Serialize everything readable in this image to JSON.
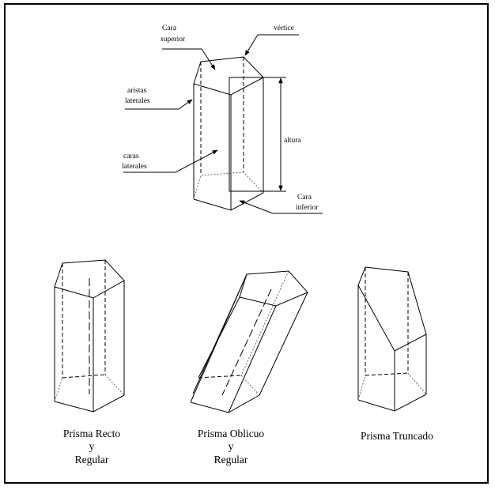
{
  "figure": {
    "main_prism": {
      "labels": {
        "top_face": [
          "Cara",
          "superior"
        ],
        "vertex": "vértice",
        "lateral_edges": [
          "aristas",
          "laterales"
        ],
        "lateral_faces": [
          "caras",
          "laterales"
        ],
        "height": "altura",
        "bottom_face": [
          "Cara",
          "inferior"
        ]
      }
    },
    "prism_types": [
      {
        "name": "right-regular",
        "caption": [
          "Prisma Recto",
          "y",
          "Regular"
        ]
      },
      {
        "name": "oblique-regular",
        "caption": [
          "Prisma Oblicuo",
          "y",
          "Regular"
        ]
      },
      {
        "name": "truncated",
        "caption": [
          "Prisma Truncado"
        ]
      }
    ]
  }
}
